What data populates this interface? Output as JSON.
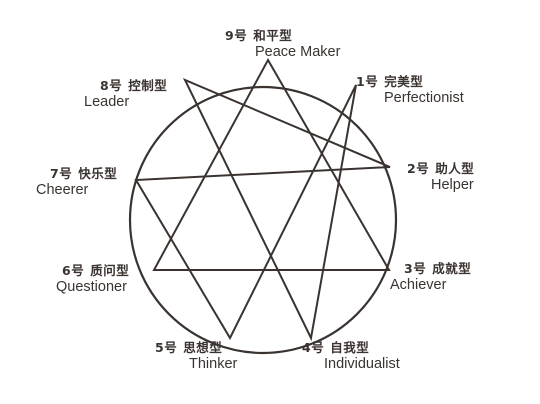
{
  "enneagram": {
    "line_color": "#3a3330",
    "types": [
      {
        "num": "9号",
        "cn": "和平型",
        "en": "Peace Maker"
      },
      {
        "num": "1号",
        "cn": "完美型",
        "en": "Perfectionist"
      },
      {
        "num": "2号",
        "cn": "助人型",
        "en": "Helper"
      },
      {
        "num": "3号",
        "cn": "成就型",
        "en": "Achiever"
      },
      {
        "num": "4号",
        "cn": "自我型",
        "en": "Individualist"
      },
      {
        "num": "5号",
        "cn": "思想型",
        "en": "Thinker"
      },
      {
        "num": "6号",
        "cn": "质问型",
        "en": "Questioner"
      },
      {
        "num": "7号",
        "cn": "快乐型",
        "en": "Cheerer"
      },
      {
        "num": "8号",
        "cn": "控制型",
        "en": "Leader"
      }
    ]
  }
}
